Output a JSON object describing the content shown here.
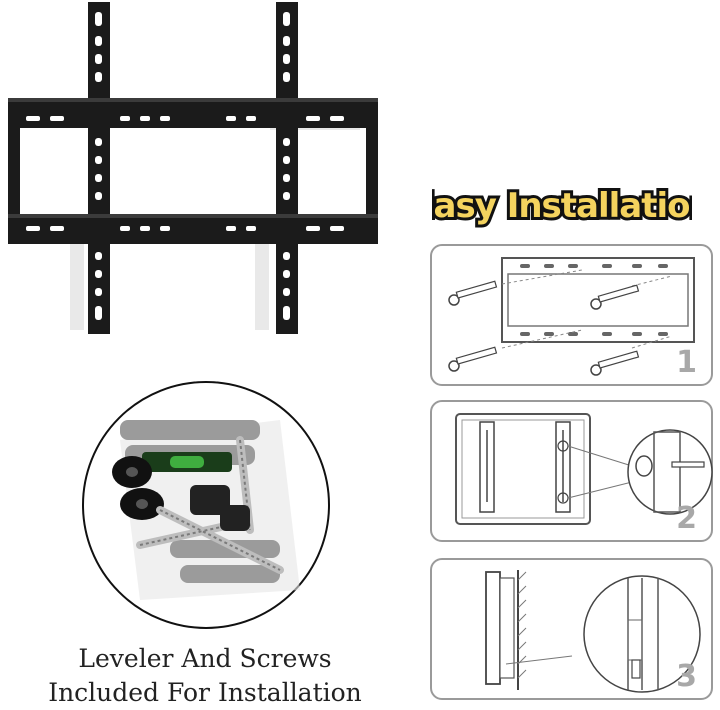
{
  "title": "Easy Installation",
  "caption": {
    "line1": "Leveler And Screws",
    "line2": "Included For Installation"
  },
  "steps": [
    {
      "number": "1"
    },
    {
      "number": "2"
    },
    {
      "number": "3"
    }
  ],
  "colors": {
    "title_fill": "#f4d35e",
    "title_stroke": "#111111",
    "bracket": "#1b1b1b",
    "panel_border": "#9a9a9a",
    "step_number": "#a8a8a8"
  },
  "icons": [
    "tv-wall-bracket-photo",
    "screw-kit-bag-photo",
    "screw-icon",
    "bracket-rail-icon",
    "magnifier-callout-icon"
  ]
}
